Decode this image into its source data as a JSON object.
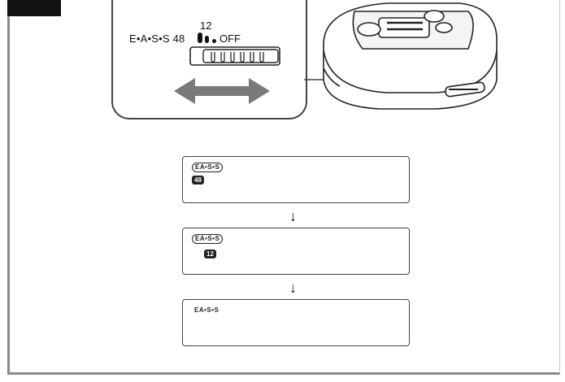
{
  "switch": {
    "eass_label": "E•A•S•S",
    "position_48": "48",
    "position_12": "12",
    "position_off": "OFF"
  },
  "displays": [
    {
      "eass_text": "EA•S•S",
      "level": "48"
    },
    {
      "eass_text": "EA•S•S",
      "level": "12"
    },
    {
      "eass_text": "EA•S•S",
      "level": ""
    }
  ],
  "arrow_glyph": "↓"
}
